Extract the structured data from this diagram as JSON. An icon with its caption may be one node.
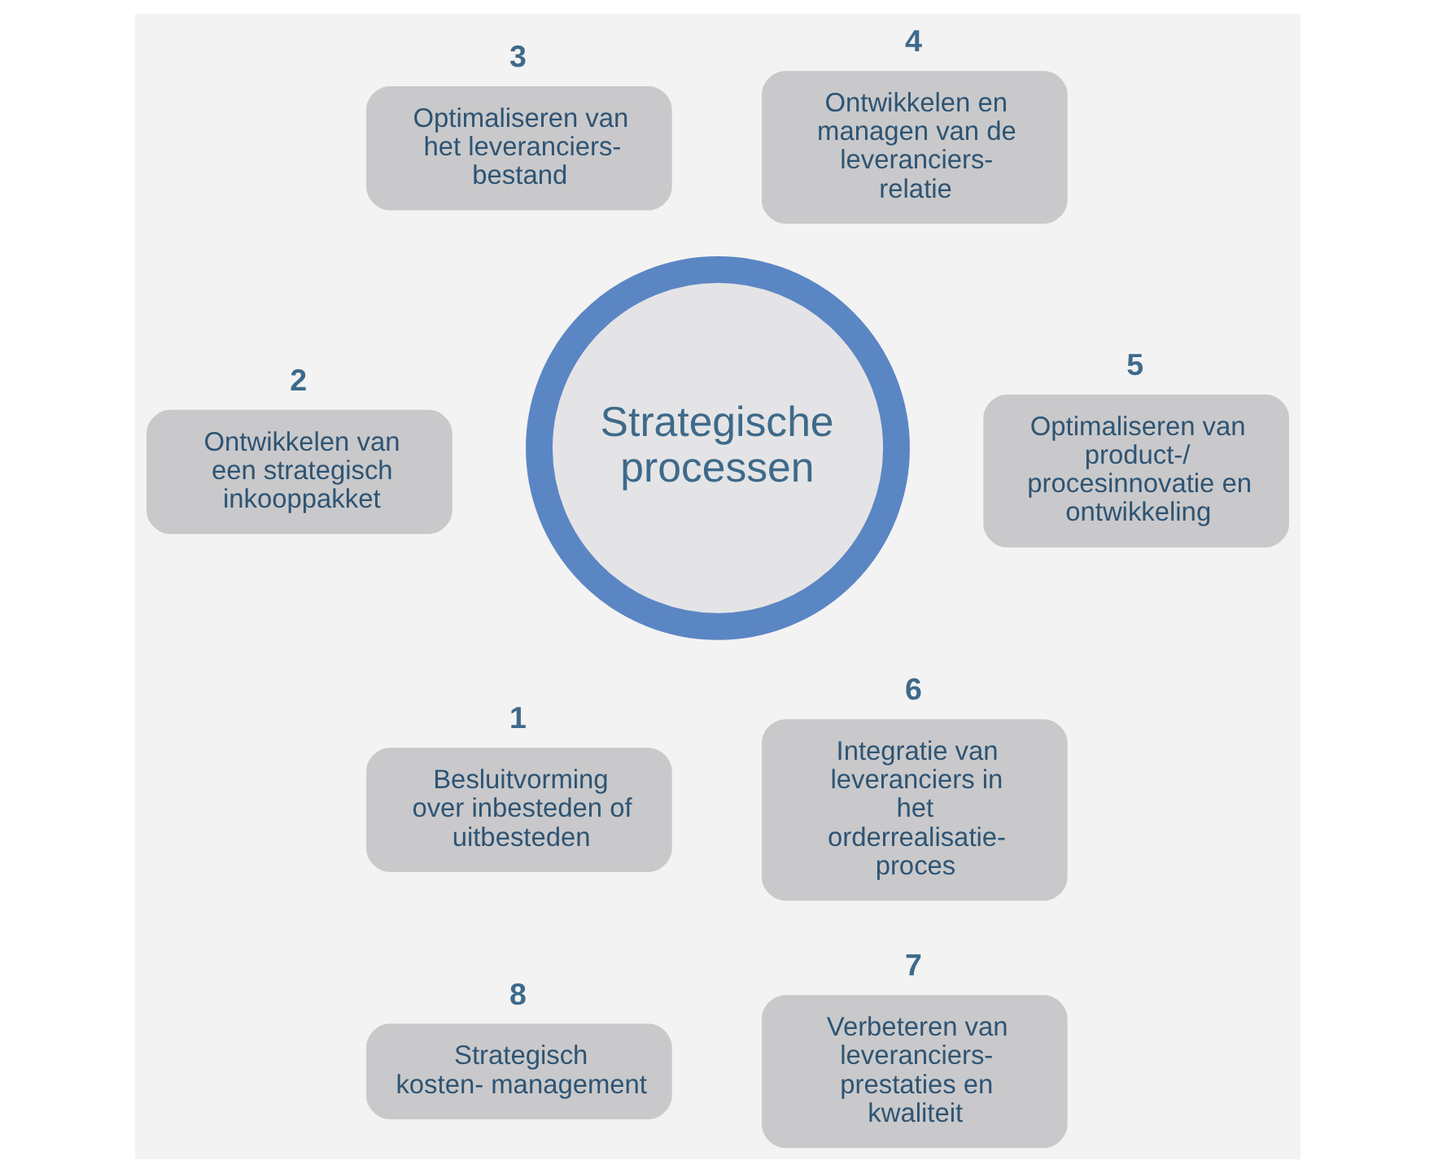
{
  "diagram": {
    "nodes": [
      {
        "text": [
          "3",
          "Optimaliseren van het leveranciers- bestand"
        ]
      },
      {
        "text": [
          "4",
          "Ontwikkelen en managen van de leveranciers- relatie"
        ]
      },
      {
        "text": [
          "2",
          "Ontwikkelen van een strategisch inkooppakket"
        ]
      },
      {
        "text": [
          "Strategische processen"
        ]
      },
      {
        "text": [
          "5",
          "Optimaliseren van product-/ procesinnovatie en ontwikkeling"
        ]
      },
      {
        "text": [
          "1",
          "Besluitvorming over inbesteden of uitbesteden"
        ]
      },
      {
        "text": [
          "6",
          "Integratie van leveranciers in het orderrealisatie- proces"
        ]
      },
      {
        "text": [
          "8",
          "Strategisch kosten- management"
        ]
      },
      {
        "text": [
          "7",
          "Verbeteren van leveranciers- prestaties en kwaliteit"
        ]
      }
    ]
  }
}
